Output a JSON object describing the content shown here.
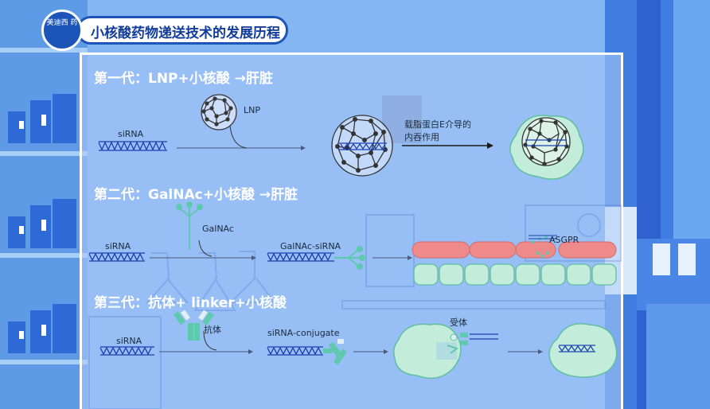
{
  "title": "小核酸药物递送技术的发展历程",
  "logo_text": "美迪西 药",
  "generations": [
    {
      "heading": "第一代：LNP+小核酸 →肝脏",
      "labels": {
        "sirna": "siRNA",
        "carrier": "LNP",
        "process": "载脂蛋白E介导的\n内吞作用"
      }
    },
    {
      "heading": "第二代：GalNAc+小核酸 →肝脏",
      "labels": {
        "sirna": "siRNA",
        "carrier": "GalNAc",
        "conjugate": "GalNAc-siRNA",
        "receptor": "ASGPR"
      }
    },
    {
      "heading": "第三代：抗体+ linker+小核酸",
      "labels": {
        "sirna": "siRNA",
        "carrier": "抗体",
        "conjugate": "siRNA-conjugate",
        "receptor": "受体"
      }
    }
  ],
  "colors": {
    "dark_blue": "#1d54b8",
    "helix": "#1a3fb0",
    "cell": "#c3ecdb",
    "cell_edge": "#5fbfa0",
    "pink": "#ef8a8a",
    "teal": "#5fc9b0"
  }
}
